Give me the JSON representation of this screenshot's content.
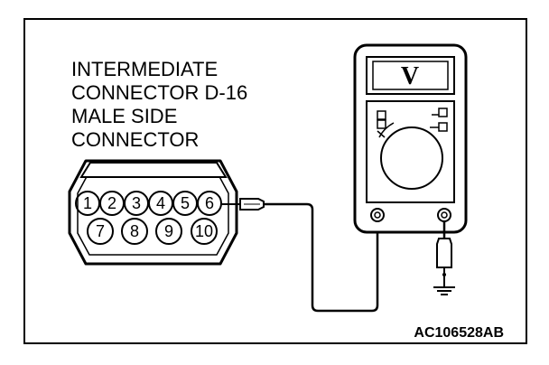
{
  "diagram": {
    "connector_label_lines": [
      "INTERMEDIATE",
      "CONNECTOR D-16",
      "MALE SIDE",
      "CONNECTOR"
    ],
    "meter_display": "V",
    "figure_code": "AC106528AB",
    "pins_top": [
      "1",
      "2",
      "3",
      "4",
      "5",
      "6"
    ],
    "pins_bottom": [
      "7",
      "8",
      "9",
      "10"
    ],
    "probe_pin": "6",
    "icons": [
      "multimeter-icon",
      "ground-symbol-icon",
      "test-probe-icon"
    ]
  }
}
